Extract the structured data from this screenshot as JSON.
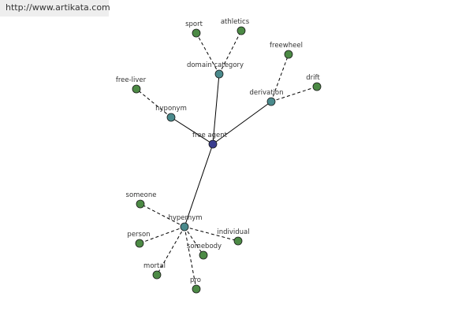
{
  "source_url": "http://www.artikata.com",
  "colors": {
    "center_node": "#3a3d8f",
    "relation_node": "#4a8a8c",
    "leaf_node": "#4c8a45",
    "node_stroke": "#1a1a1a",
    "edge": "#000000"
  },
  "graph": {
    "center": "free agent",
    "relations": [
      {
        "label": "domain category",
        "terms": [
          "sport",
          "athletics"
        ]
      },
      {
        "label": "derivation",
        "terms": [
          "freewheel",
          "drift"
        ]
      },
      {
        "label": "hyponym",
        "terms": [
          "free-liver"
        ]
      },
      {
        "label": "hypernym",
        "terms": [
          "someone",
          "person",
          "mortal",
          "pro",
          "somebody",
          "individual"
        ]
      }
    ]
  }
}
